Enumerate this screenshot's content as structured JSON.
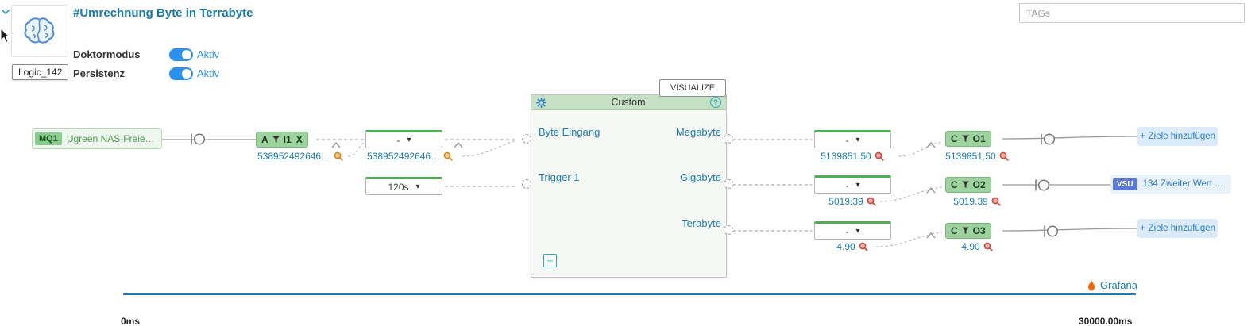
{
  "header": {
    "title": "#Umrechnung Byte in Terrabyte",
    "logic_label": "Logic_142",
    "toggles": [
      {
        "label": "Doktormodus",
        "state": "Aktiv"
      },
      {
        "label": "Persistenz",
        "state": "Aktiv"
      }
    ],
    "tags_placeholder": "TAGs"
  },
  "source_node": {
    "badge": "MQ1",
    "label": "Ugreen NAS-Freie…"
  },
  "input_chip": {
    "port": "A",
    "filter": "I1",
    "clear": "X",
    "value": "538952492646…"
  },
  "mapping": {
    "dropdown1": "-",
    "dropdown1_value": "538952492646…",
    "dropdown2": "120s"
  },
  "custom_node": {
    "title": "Custom",
    "help": "?",
    "visualize_label": "VISUALIZE",
    "add_label": "+",
    "inputs": [
      "Byte Eingang",
      "Trigger 1"
    ],
    "outputs": [
      "Megabyte",
      "Gigabyte",
      "Terabyte"
    ]
  },
  "output_rows": [
    {
      "dropdown": "-",
      "dropdown_value": "5139851.50",
      "chip_port": "C",
      "chip_filter": "O1",
      "chip_value": "5139851.50",
      "target_label": "Ziele hinzufügen"
    },
    {
      "dropdown": "-",
      "dropdown_value": "5019.39",
      "chip_port": "C",
      "chip_filter": "O2",
      "chip_value": "5019.39",
      "target_badge": "VSU",
      "target_label": "134 Zweiter Wert …"
    },
    {
      "dropdown": "-",
      "dropdown_value": "4.90",
      "chip_port": "C",
      "chip_filter": "O3",
      "chip_value": "4.90",
      "target_label": "Ziele hinzufügen"
    }
  ],
  "footer": {
    "grafana_label": "Grafana",
    "timeline_start": "0ms",
    "timeline_end": "30000.00ms"
  },
  "icons": {
    "caret": "▾",
    "plus": "+"
  }
}
